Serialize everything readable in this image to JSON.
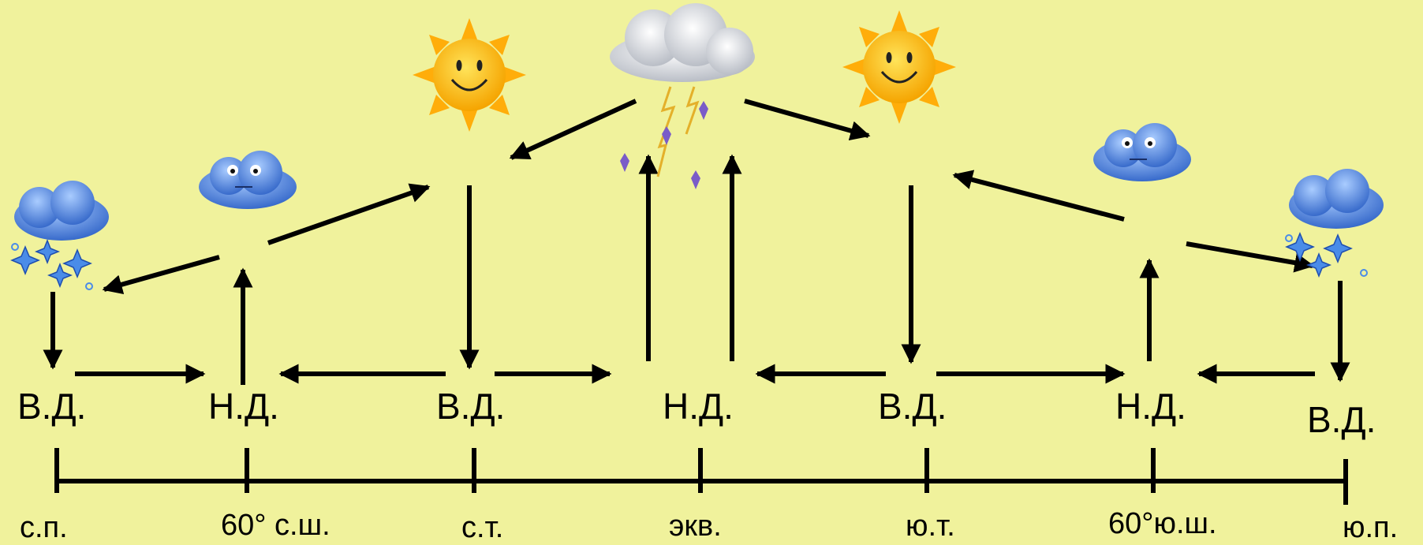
{
  "colors": {
    "background": "#f0f29c",
    "arrow": "#000000",
    "sun": "#ffc21a",
    "cloud": "#3d7dd6",
    "snow": "#4a8ce8"
  },
  "pressure_labels": [
    "В.Д.",
    "Н.Д.",
    "В.Д.",
    "Н.Д.",
    "В.Д.",
    "Н.Д.",
    "В.Д."
  ],
  "latitude_labels": [
    "с.п.",
    "60° с.ш.",
    "с.т.",
    "экв.",
    "ю.т.",
    "60°ю.ш.",
    "ю.п."
  ],
  "icons": [
    "snow-cloud-icon",
    "cloud-icon",
    "sun-icon",
    "thunderstorm-cloud-icon",
    "sun-icon",
    "cloud-icon",
    "snow-cloud-icon"
  ]
}
